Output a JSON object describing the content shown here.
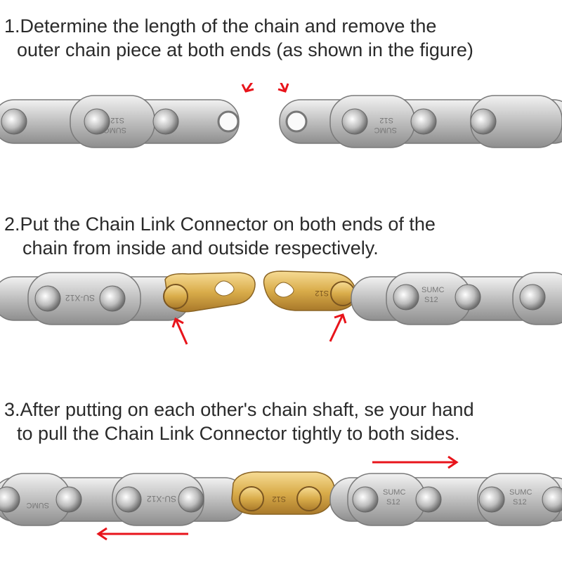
{
  "steps": [
    {
      "line1": "1.Determine the length of the chain and remove the",
      "line2": "outer chain piece at both ends (as shown in the figure)"
    },
    {
      "line1": "2.Put the Chain Link Connector on both ends of the",
      "line2": "chain from inside and outside respectively."
    },
    {
      "line1": "3.After putting on each other's chain shaft,  se your hand",
      "line2": "to pull the Chain Link Connector tightly to both sides."
    }
  ],
  "plate_marks": {
    "brand": "SUMC",
    "model": "S12",
    "alt_model": "SU-X12",
    "connector_mark": "S12"
  },
  "colors": {
    "arrow": "#e8141b",
    "chain_plate": "#c9c9c9",
    "connector_gold": "#d4a43c"
  },
  "icons": [
    "chain-segment",
    "chain-link-connector",
    "red-arrow"
  ]
}
